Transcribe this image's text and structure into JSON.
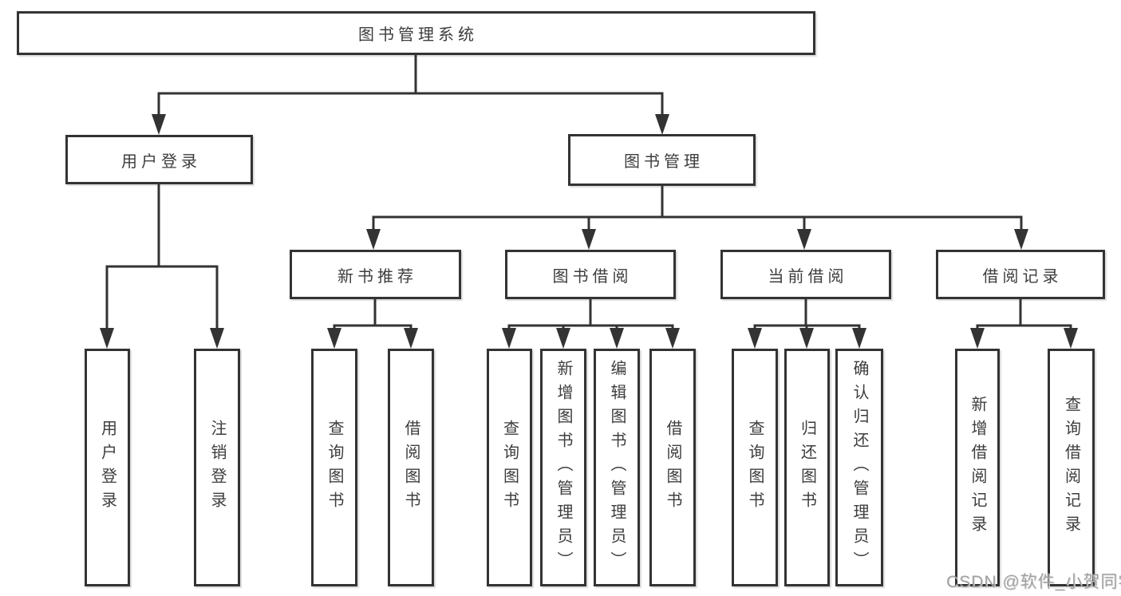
{
  "tree": {
    "root": "图书管理系统",
    "children": [
      {
        "label": "用户登录",
        "children": [
          "用户登录",
          "注销登录"
        ]
      },
      {
        "label": "图书管理",
        "children": [
          {
            "label": "新书推荐",
            "children": [
              "查询图书",
              "借阅图书"
            ]
          },
          {
            "label": "图书借阅",
            "children": [
              "查询图书",
              "新增图书（管理员）",
              "编辑图书（管理员）",
              "借阅图书"
            ]
          },
          {
            "label": "当前借阅",
            "children": [
              "查询图书",
              "归还图书",
              "确认归还（管理员）"
            ]
          },
          {
            "label": "借阅记录",
            "children": [
              "新增借阅记录",
              "查询借阅记录"
            ]
          }
        ]
      }
    ]
  },
  "watermark": "CSDN @软件_小贺同学",
  "colors": {
    "line": "#333333",
    "text": "#3d3d3d",
    "box_background": "#ffffff",
    "watermark": "#949494",
    "background": "#ffffff"
  }
}
